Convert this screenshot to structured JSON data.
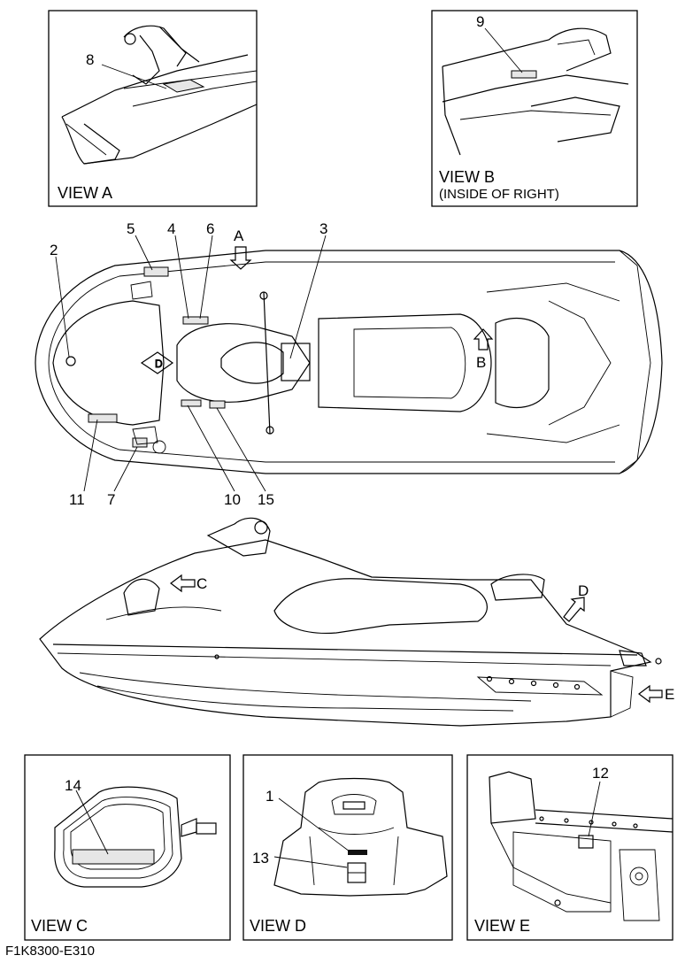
{
  "figure_code": "F1K8300-E310",
  "views": {
    "a": "VIEW A",
    "b": "VIEW B",
    "b_sub": "(INSIDE OF RIGHT)",
    "c": "VIEW C",
    "d": "VIEW D",
    "e": "VIEW E"
  },
  "arrows": {
    "a": "A",
    "b": "B",
    "c": "C",
    "d": "D",
    "e": "E"
  },
  "callouts": {
    "n1": "1",
    "n2": "2",
    "n3": "3",
    "n4": "4",
    "n5": "5",
    "n6": "6",
    "n7": "7",
    "n8": "8",
    "n9": "9",
    "n10": "10",
    "n11": "11",
    "n12": "12",
    "n13": "13",
    "n14": "14",
    "n15": "15"
  }
}
